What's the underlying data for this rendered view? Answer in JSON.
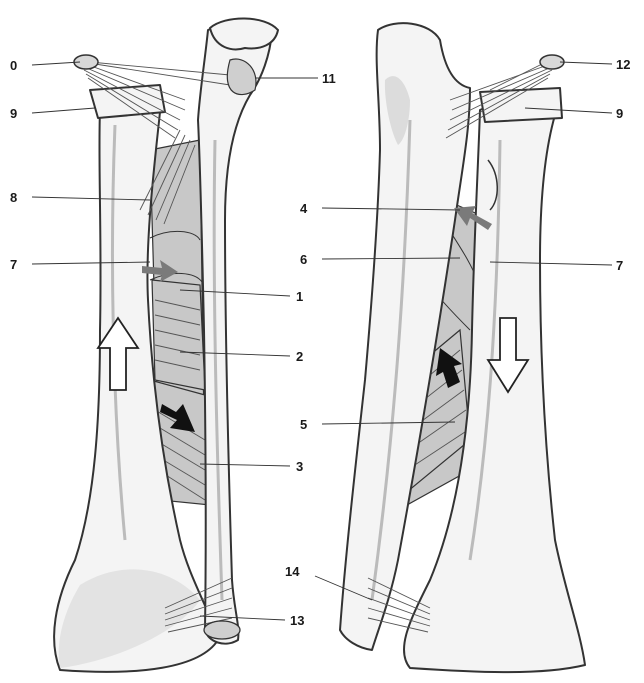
{
  "labels": {
    "l0": "0",
    "l9a": "9",
    "l8": "8",
    "l7a": "7",
    "l11": "11",
    "l1": "1",
    "l2": "2",
    "l3": "3",
    "l13": "13",
    "l4": "4",
    "l6": "6",
    "l5": "5",
    "l14": "14",
    "l12": "12",
    "l9b": "9",
    "l7b": "7"
  },
  "colors": {
    "bone": "#f4f4f4",
    "bone_shade": "#dcdcdc",
    "ligament": "#c8c8c8",
    "outline": "#333333",
    "arrow_dark": "#111111",
    "arrow_gray": "#7a7a7a",
    "arrow_white": "#ffffff"
  },
  "icons": [
    "white-up-arrow-icon",
    "black-down-arrow-icon",
    "black-up-arrow-icon",
    "white-down-arrow-icon",
    "gray-arrow-icon"
  ]
}
